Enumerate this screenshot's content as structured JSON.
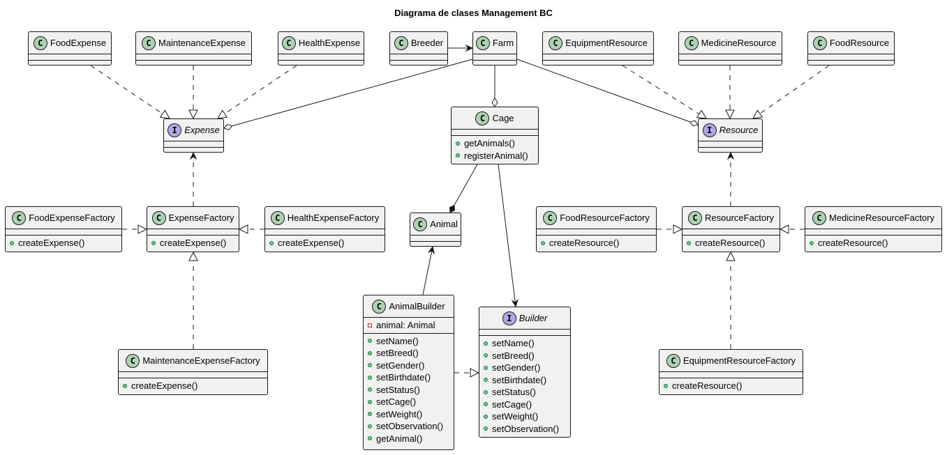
{
  "diagram": {
    "title": "Diagrama de clases Management BC",
    "classes": {
      "food_expense": {
        "kind": "C",
        "name": "FoodExpense"
      },
      "maintenance_expense": {
        "kind": "C",
        "name": "MaintenanceExpense"
      },
      "health_expense": {
        "kind": "C",
        "name": "HealthExpense"
      },
      "breeder": {
        "kind": "C",
        "name": "Breeder"
      },
      "farm": {
        "kind": "C",
        "name": "Farm"
      },
      "equipment_resource": {
        "kind": "C",
        "name": "EquipmentResource"
      },
      "medicine_resource": {
        "kind": "C",
        "name": "MedicineResource"
      },
      "food_resource": {
        "kind": "C",
        "name": "FoodResource"
      },
      "expense": {
        "kind": "I",
        "name": "Expense"
      },
      "cage": {
        "kind": "C",
        "name": "Cage",
        "methods": [
          "getAnimals()",
          "registerAnimal()"
        ]
      },
      "resource": {
        "kind": "I",
        "name": "Resource"
      },
      "food_expense_factory": {
        "kind": "C",
        "name": "FoodExpenseFactory",
        "methods": [
          "createExpense()"
        ]
      },
      "expense_factory": {
        "kind": "C",
        "name": "ExpenseFactory",
        "methods": [
          "createExpense()"
        ]
      },
      "health_expense_factory": {
        "kind": "C",
        "name": "HealthExpenseFactory",
        "methods": [
          "createExpense()"
        ]
      },
      "animal": {
        "kind": "C",
        "name": "Animal"
      },
      "food_resource_factory": {
        "kind": "C",
        "name": "FoodResourceFactory",
        "methods": [
          "createResource()"
        ]
      },
      "resource_factory": {
        "kind": "C",
        "name": "ResourceFactory",
        "methods": [
          "createResource()"
        ]
      },
      "medicine_resource_factory": {
        "kind": "C",
        "name": "MedicineResourceFactory",
        "methods": [
          "createResource()"
        ]
      },
      "animal_builder": {
        "kind": "C",
        "name": "AnimalBuilder",
        "fields": [
          "animal: Animal"
        ],
        "methods": [
          "setName()",
          "setBreed()",
          "setGender()",
          "setBirthdate()",
          "setStatus()",
          "setCage()",
          "setWeight()",
          "setObservation()",
          "getAnimal()"
        ]
      },
      "builder": {
        "kind": "I",
        "name": "Builder",
        "methods": [
          "setName()",
          "setBreed()",
          "setGender()",
          "setBirthdate()",
          "setStatus()",
          "setCage()",
          "setWeight()",
          "setObservation()"
        ]
      },
      "maintenance_expense_factory": {
        "kind": "C",
        "name": "MaintenanceExpenseFactory",
        "methods": [
          "createExpense()"
        ]
      },
      "equipment_resource_factory": {
        "kind": "C",
        "name": "EquipmentResourceFactory",
        "methods": [
          "createResource()"
        ]
      }
    },
    "relations": [
      {
        "from": "food_expense",
        "to": "expense",
        "type": "realization"
      },
      {
        "from": "maintenance_expense",
        "to": "expense",
        "type": "realization"
      },
      {
        "from": "health_expense",
        "to": "expense",
        "type": "realization"
      },
      {
        "from": "equipment_resource",
        "to": "resource",
        "type": "realization"
      },
      {
        "from": "medicine_resource",
        "to": "resource",
        "type": "realization"
      },
      {
        "from": "food_resource",
        "to": "resource",
        "type": "realization"
      },
      {
        "from": "breeder",
        "to": "farm",
        "type": "association"
      },
      {
        "from": "farm",
        "to": "expense",
        "type": "aggregation"
      },
      {
        "from": "farm",
        "to": "cage",
        "type": "aggregation"
      },
      {
        "from": "farm",
        "to": "resource",
        "type": "aggregation"
      },
      {
        "from": "cage",
        "to": "animal",
        "type": "composition"
      },
      {
        "from": "cage",
        "to": "builder",
        "type": "association"
      },
      {
        "from": "expense_factory",
        "to": "expense",
        "type": "dependency"
      },
      {
        "from": "resource_factory",
        "to": "resource",
        "type": "dependency"
      },
      {
        "from": "food_expense_factory",
        "to": "expense_factory",
        "type": "realization"
      },
      {
        "from": "health_expense_factory",
        "to": "expense_factory",
        "type": "realization"
      },
      {
        "from": "maintenance_expense_factory",
        "to": "expense_factory",
        "type": "realization"
      },
      {
        "from": "food_resource_factory",
        "to": "resource_factory",
        "type": "realization"
      },
      {
        "from": "medicine_resource_factory",
        "to": "resource_factory",
        "type": "realization"
      },
      {
        "from": "equipment_resource_factory",
        "to": "resource_factory",
        "type": "realization"
      },
      {
        "from": "animal_builder",
        "to": "animal",
        "type": "association"
      },
      {
        "from": "animal_builder",
        "to": "builder",
        "type": "realization"
      }
    ]
  }
}
